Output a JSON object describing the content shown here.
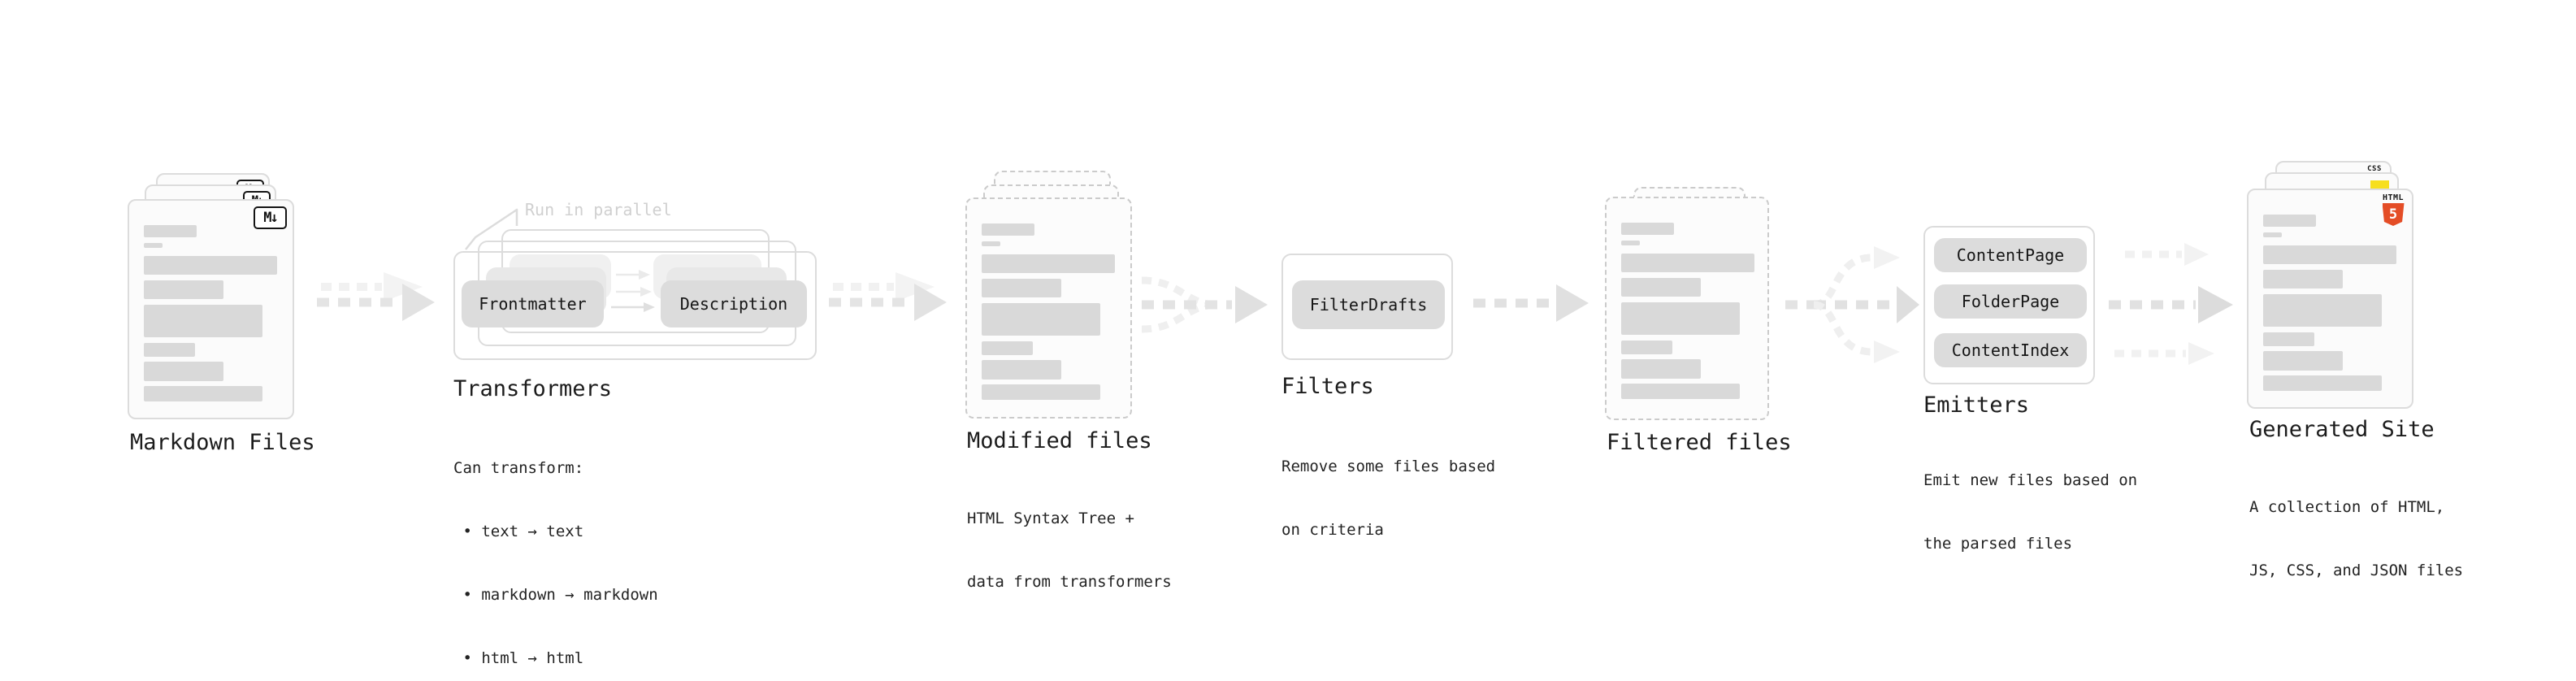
{
  "nodes": {
    "markdown_files": {
      "label": "Markdown Files",
      "badge": "M↓"
    },
    "transformers": {
      "label": "Transformers",
      "annotation": "Run in parallel",
      "pill_frontmatter": "Frontmatter",
      "pill_description": "Description",
      "desc": [
        "Can transform:",
        " • text → text",
        " • markdown → markdown",
        " • html → html"
      ]
    },
    "modified_files": {
      "label": "Modified files",
      "desc": [
        "HTML Syntax Tree +",
        "data from transformers"
      ]
    },
    "filters": {
      "label": "Filters",
      "pill_filterdrafts": "FilterDrafts",
      "desc": [
        "Remove some files based",
        "on criteria"
      ]
    },
    "filtered_files": {
      "label": "Filtered files"
    },
    "emitters": {
      "label": "Emitters",
      "pills": [
        "ContentPage",
        "FolderPage",
        "ContentIndex"
      ],
      "desc": [
        "Emit new files based on",
        "the parsed files"
      ]
    },
    "generated_site": {
      "label": "Generated Site",
      "badge_css": "CSS",
      "badge_html_word": "HTML",
      "badge_html_five": "5",
      "desc": [
        "A collection of HTML,",
        "JS, CSS, and JSON files"
      ]
    }
  },
  "colors": {
    "background": "#ffffff",
    "card_border": "#dcdcdc",
    "dashed_border": "#cbcbcb",
    "skeleton_bar": "#d9d9d9",
    "pill_bg": "#dcdcdc",
    "arrow_main": "#e2e2e2",
    "arrow_ghost": "#f1f1f1",
    "text": "#1c1c1c",
    "annotation": "#d0d0d0",
    "html5_orange": "#e44d26",
    "css_blue": "#2862e9",
    "js_yellow": "#f7df1e"
  }
}
